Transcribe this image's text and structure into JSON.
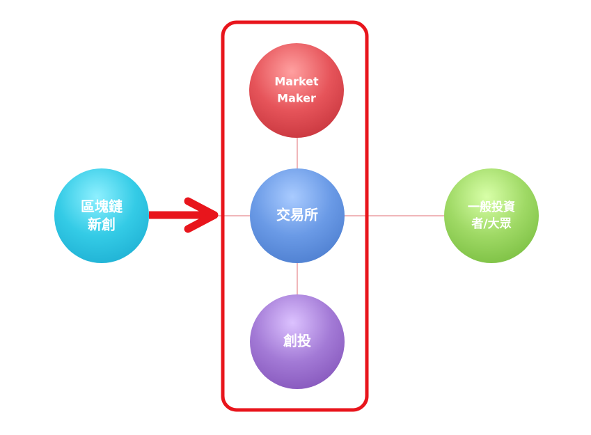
{
  "nodes": {
    "blockchain_startup": {
      "line1": "區塊鏈",
      "line2": "新創",
      "color": "#2ec7e3"
    },
    "market_maker": {
      "line1": "Market",
      "line2": "Maker",
      "color": "#e0484f"
    },
    "exchange": {
      "label": "交易所",
      "color": "#5d8fe0"
    },
    "venture_capital": {
      "label": "創投",
      "color": "#9a6fcb"
    },
    "general_investors": {
      "line1": "一般投資",
      "line2": "者/大眾",
      "color": "#96d45a"
    }
  },
  "colors": {
    "frame": "#e8151c",
    "arrow": "#e8151c",
    "connector": "#e26d73"
  }
}
